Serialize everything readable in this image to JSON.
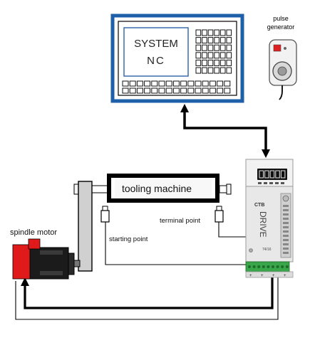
{
  "nc": {
    "line1": "SYSTEM",
    "line2": "NC"
  },
  "pulse_generator": {
    "line1": "pulse",
    "line2": "generator"
  },
  "machine": {
    "label": "tooling machine"
  },
  "labels": {
    "terminal_point": "terminal point",
    "starting_point": "starting point",
    "spindle_motor": "spindle motor"
  },
  "drive": {
    "brand": "CTB",
    "name": "DRIVE",
    "model": "74/16"
  },
  "colors": {
    "nc_frame": "#1d5fa8",
    "nc_screen_border": "#2a62a8",
    "motor_red": "#e01a1a",
    "terminal_green": "#3aa64a",
    "wire": "#000000"
  }
}
